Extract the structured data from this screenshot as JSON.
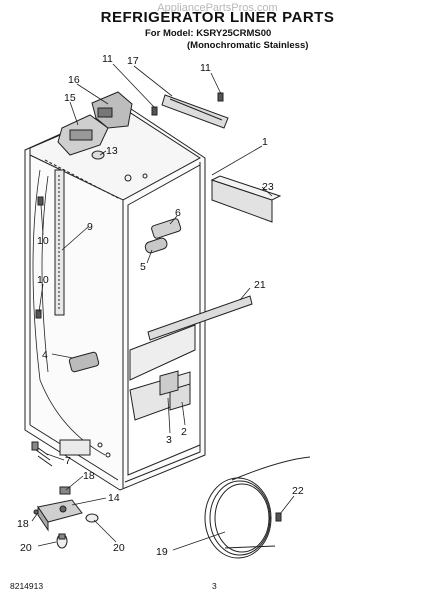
{
  "watermark": "AppliancePartsPros.com",
  "header": {
    "title": "REFRIGERATOR LINER PARTS",
    "model": "For Model: KSRY25CRMS00",
    "subtitle": "(Monochromatic Stainless)"
  },
  "callouts": {
    "c1": "1",
    "c2": "2",
    "c3": "3",
    "c4": "4",
    "c5": "5",
    "c6": "6",
    "c7": "7",
    "c9": "9",
    "c10a": "10",
    "c10b": "10",
    "c11a": "11",
    "c11b": "11",
    "c13": "13",
    "c14": "14",
    "c15": "15",
    "c16": "16",
    "c17": "17",
    "c18a": "18",
    "c18b": "18",
    "c19": "19",
    "c20a": "20",
    "c20b": "20",
    "c21": "21",
    "c22": "22",
    "c23": "23"
  },
  "footer": {
    "code": "8214913",
    "page": "3"
  }
}
